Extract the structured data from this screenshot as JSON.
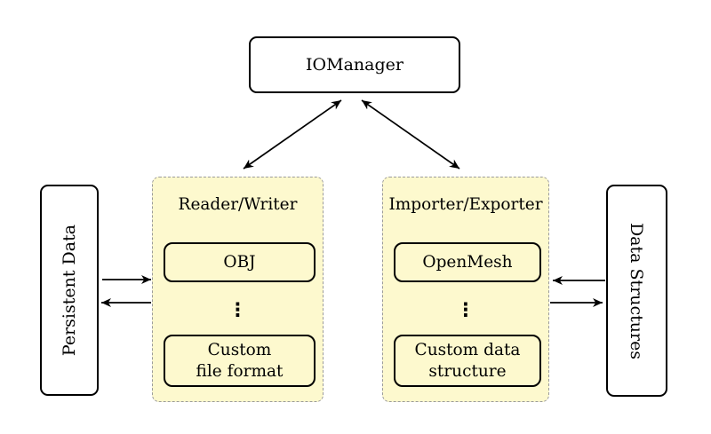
{
  "diagram": {
    "root_node": {
      "label": "IOManager"
    },
    "left_panel": {
      "label": "Persistent Data"
    },
    "right_panel": {
      "label": "Data Structures"
    },
    "reader_writer_group": {
      "title": "Reader/Writer",
      "top_item": "OBJ",
      "ellipsis": "⋮",
      "bottom_item_line1": "Custom",
      "bottom_item_line2": "file format"
    },
    "importer_exporter_group": {
      "title": "Importer/Exporter",
      "top_item": "OpenMesh",
      "ellipsis": "⋮",
      "bottom_item_line1": "Custom data",
      "bottom_item_line2": "structure"
    },
    "colors": {
      "group_fill": "#FDF9CE",
      "group_border": "#9B9B9B",
      "node_border": "#000000",
      "node_fill": "#FFFFFF",
      "arrow": "#000000",
      "background": "#FFFFFF"
    },
    "arrows": [
      {
        "from": "io-manager",
        "to": "reader-writer-group",
        "bidirectional": true
      },
      {
        "from": "io-manager",
        "to": "importer-exporter-group",
        "bidirectional": true
      },
      {
        "from": "persistent-data",
        "to": "reader-writer-group",
        "bidirectional": false
      },
      {
        "from": "reader-writer-group",
        "to": "persistent-data",
        "bidirectional": false
      },
      {
        "from": "data-structures",
        "to": "importer-exporter-group",
        "bidirectional": false
      },
      {
        "from": "importer-exporter-group",
        "to": "data-structures",
        "bidirectional": false
      }
    ]
  }
}
